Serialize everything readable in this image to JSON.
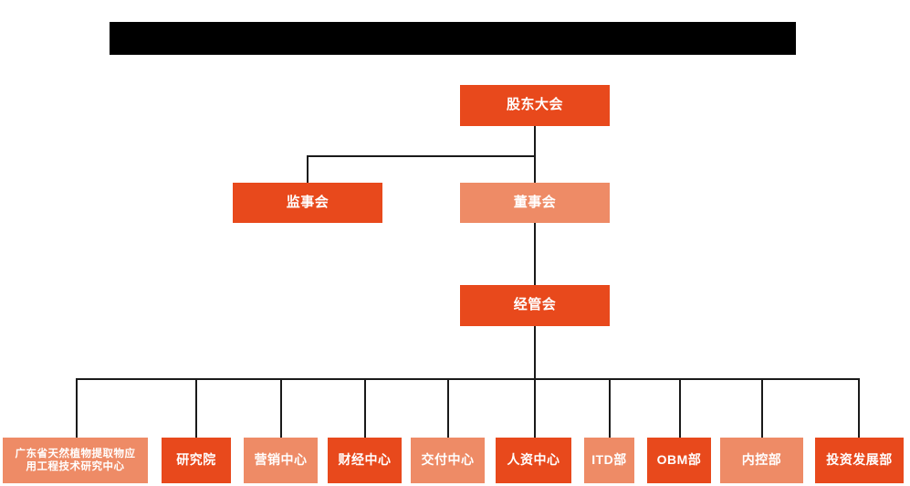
{
  "document": {
    "kind": "organizational-chart",
    "language": "zh-CN"
  },
  "colors": {
    "strong_orange": "#e8491c",
    "light_orange": "#ee8b66",
    "connector": "#1a1a1a",
    "redaction": "#000000",
    "background": "#ffffff",
    "node_text": "#ffffff"
  },
  "redaction_banner": {
    "label": "",
    "note": "solid black redacted title bar"
  },
  "levels": [
    {
      "level": 1,
      "nodes": [
        {
          "id": "shareholders",
          "label": "股东大会",
          "tone": "strong"
        }
      ]
    },
    {
      "level": 2,
      "nodes": [
        {
          "id": "supervisors",
          "label": "监事会",
          "tone": "strong"
        },
        {
          "id": "directors",
          "label": "董事会",
          "tone": "light"
        }
      ]
    },
    {
      "level": 3,
      "nodes": [
        {
          "id": "management",
          "label": "经管会",
          "tone": "strong"
        }
      ]
    },
    {
      "level": 4,
      "nodes": [
        {
          "id": "dept-1",
          "label": "广东省天然植物提取物应用工程技术研究中心",
          "line1": "广东省天然植物提取物应",
          "line2": "用工程技术研究中心",
          "tone": "light"
        },
        {
          "id": "dept-2",
          "label": "研究院",
          "tone": "strong"
        },
        {
          "id": "dept-3",
          "label": "营销中心",
          "tone": "light"
        },
        {
          "id": "dept-4",
          "label": "财经中心",
          "tone": "strong"
        },
        {
          "id": "dept-5",
          "label": "交付中心",
          "tone": "light"
        },
        {
          "id": "dept-6",
          "label": "人资中心",
          "tone": "strong"
        },
        {
          "id": "dept-7",
          "label": "ITD部",
          "tone": "light"
        },
        {
          "id": "dept-8",
          "label": "OBM部",
          "tone": "strong"
        },
        {
          "id": "dept-9",
          "label": "内控部",
          "tone": "light"
        },
        {
          "id": "dept-10",
          "label": "投资发展部",
          "tone": "strong"
        }
      ]
    }
  ]
}
